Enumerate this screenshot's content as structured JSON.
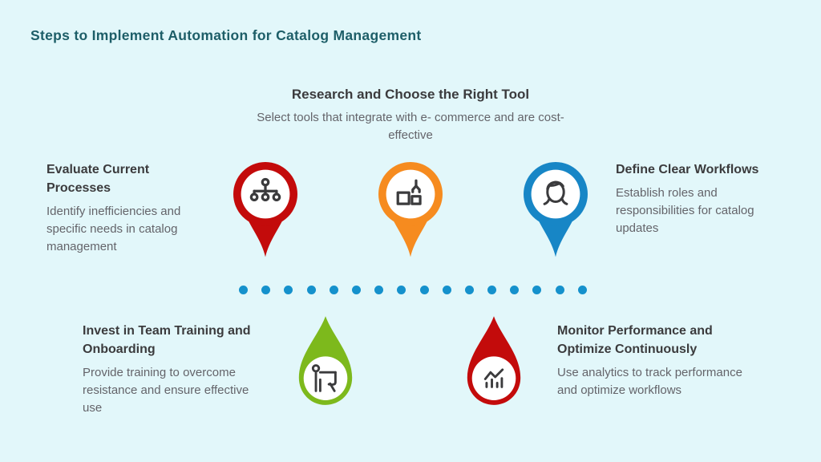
{
  "page": {
    "title": "Steps to Implement Automation for Catalog Management",
    "background_color": "#E2F7FA",
    "title_color": "#1D5E68"
  },
  "icon_style": {
    "stroke_color": "#3B3B3D"
  },
  "timeline": {
    "dot_count": 16,
    "dot_color": "#1591CC"
  },
  "steps": [
    {
      "name": "evaluate-current-processes",
      "title": "Evaluate Current Processes",
      "description": "Identify inefficiencies and specific needs in catalog management",
      "marker_color": "#C30B0B",
      "marker_shape": "map-pin-down",
      "icon": "org-chart-icon"
    },
    {
      "name": "research-and-choose-tool",
      "title": "Research and Choose the Right Tool",
      "description": "Select tools that integrate with e- commerce and are cost-effective",
      "marker_color": "#F68B1F",
      "marker_shape": "map-pin-down",
      "icon": "robot-gripper-icon"
    },
    {
      "name": "define-clear-workflows",
      "title": "Define Clear Workflows",
      "description": "Establish roles and responsibilities for catalog updates",
      "marker_color": "#1786C6",
      "marker_shape": "map-pin-down",
      "icon": "person-icon"
    },
    {
      "name": "invest-team-training",
      "title": "Invest in Team Training and Onboarding",
      "description": "Provide training to overcome resistance and ensure effective use",
      "marker_color": "#7DB91C",
      "marker_shape": "teardrop-up",
      "icon": "presenter-icon"
    },
    {
      "name": "monitor-performance",
      "title": "Monitor Performance and Optimize Continuously",
      "description": "Use analytics to track performance and optimize workflows",
      "marker_color": "#C30B0B",
      "marker_shape": "teardrop-up",
      "icon": "analytics-icon"
    }
  ]
}
